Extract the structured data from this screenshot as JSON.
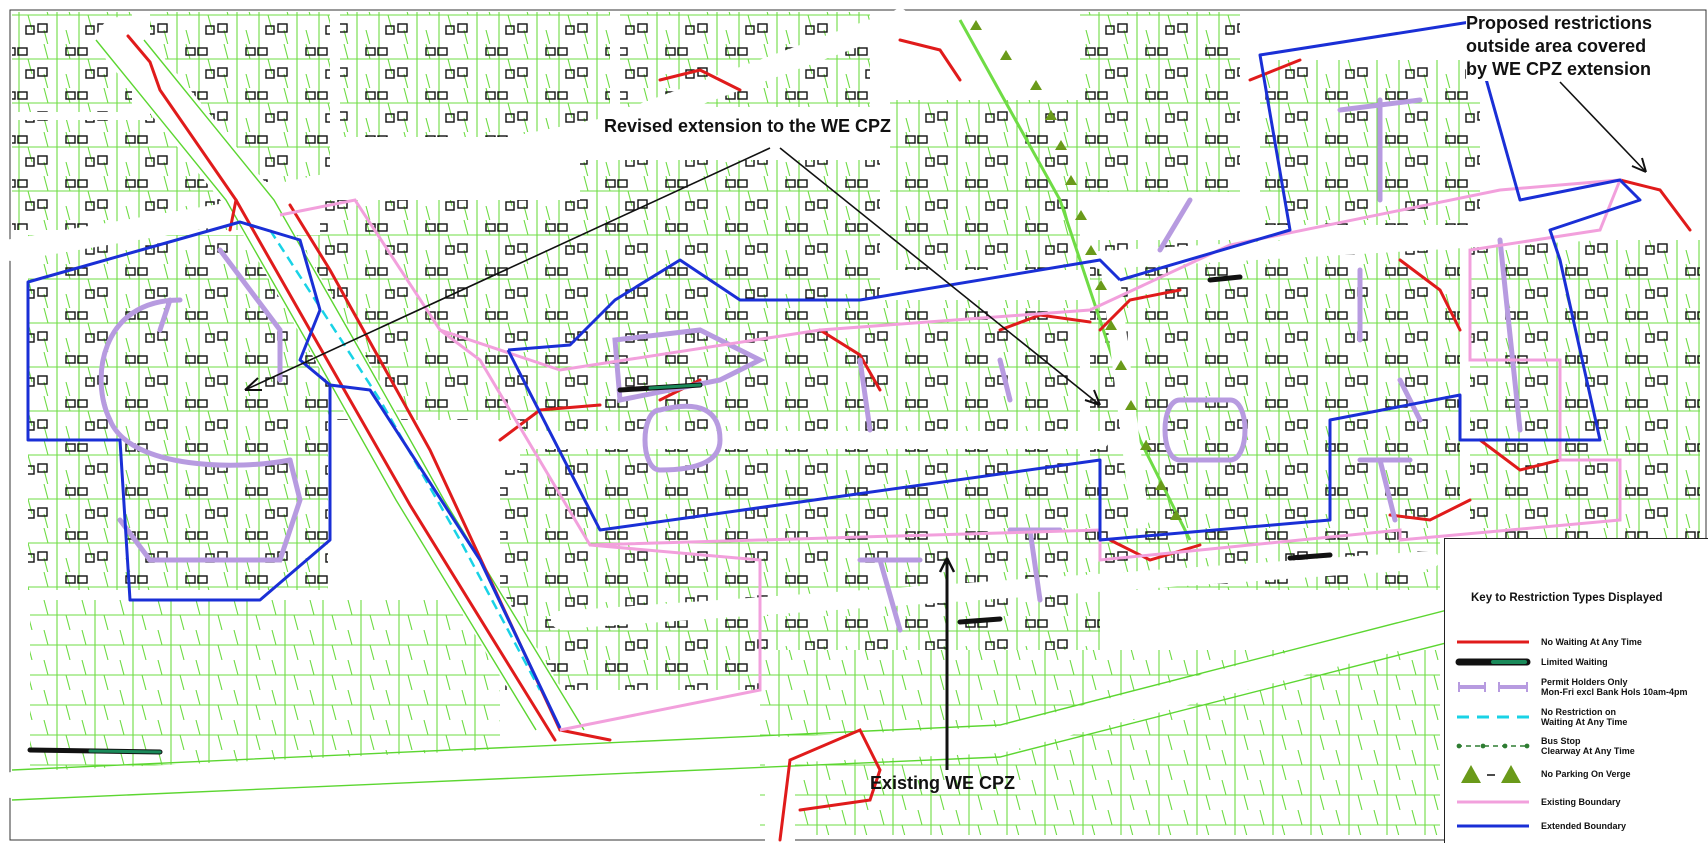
{
  "callouts": {
    "revised": "Revised extension to the WE CPZ",
    "existing": "Existing WE CPZ",
    "proposed_lines": [
      "Proposed restrictions",
      "outside area covered",
      "by WE CPZ extension"
    ]
  },
  "key": {
    "title": "Key to Restriction Types Displayed",
    "items": [
      {
        "id": "no-waiting",
        "lines": [
          "No Waiting At Any Time"
        ],
        "color": "#e01b1b"
      },
      {
        "id": "limited-waiting",
        "lines": [
          "Limited Waiting"
        ],
        "color": "#1a8a5a"
      },
      {
        "id": "permit-holders",
        "lines": [
          "Permit Holders Only",
          "Mon-Fri excl Bank Hols 10am-4pm"
        ],
        "color": "#b79be0"
      },
      {
        "id": "no-restriction",
        "lines": [
          "No Restriction on",
          "Waiting At Any Time"
        ],
        "color": "#19d3e6"
      },
      {
        "id": "bus-stop",
        "lines": [
          "Bus Stop",
          "Clearway At Any Time"
        ],
        "color": "#2e7d32"
      },
      {
        "id": "no-parking-verge",
        "lines": [
          "No Parking On Verge"
        ],
        "color": "#6a9a1a"
      },
      {
        "id": "existing-boundary",
        "lines": [
          "Existing Boundary"
        ],
        "color": "#f2a0dc"
      },
      {
        "id": "extended-boundary",
        "lines": [
          "Extended Boundary"
        ],
        "color": "#1a2fd6"
      }
    ]
  },
  "colors": {
    "property_lines": "#5cd631",
    "buildings": "#111111",
    "no_waiting": "#e01b1b",
    "permit": "#b79be0",
    "existing_boundary": "#f2a0dc",
    "extended_boundary": "#1a2fd6",
    "verge": "#6a9a1a"
  }
}
